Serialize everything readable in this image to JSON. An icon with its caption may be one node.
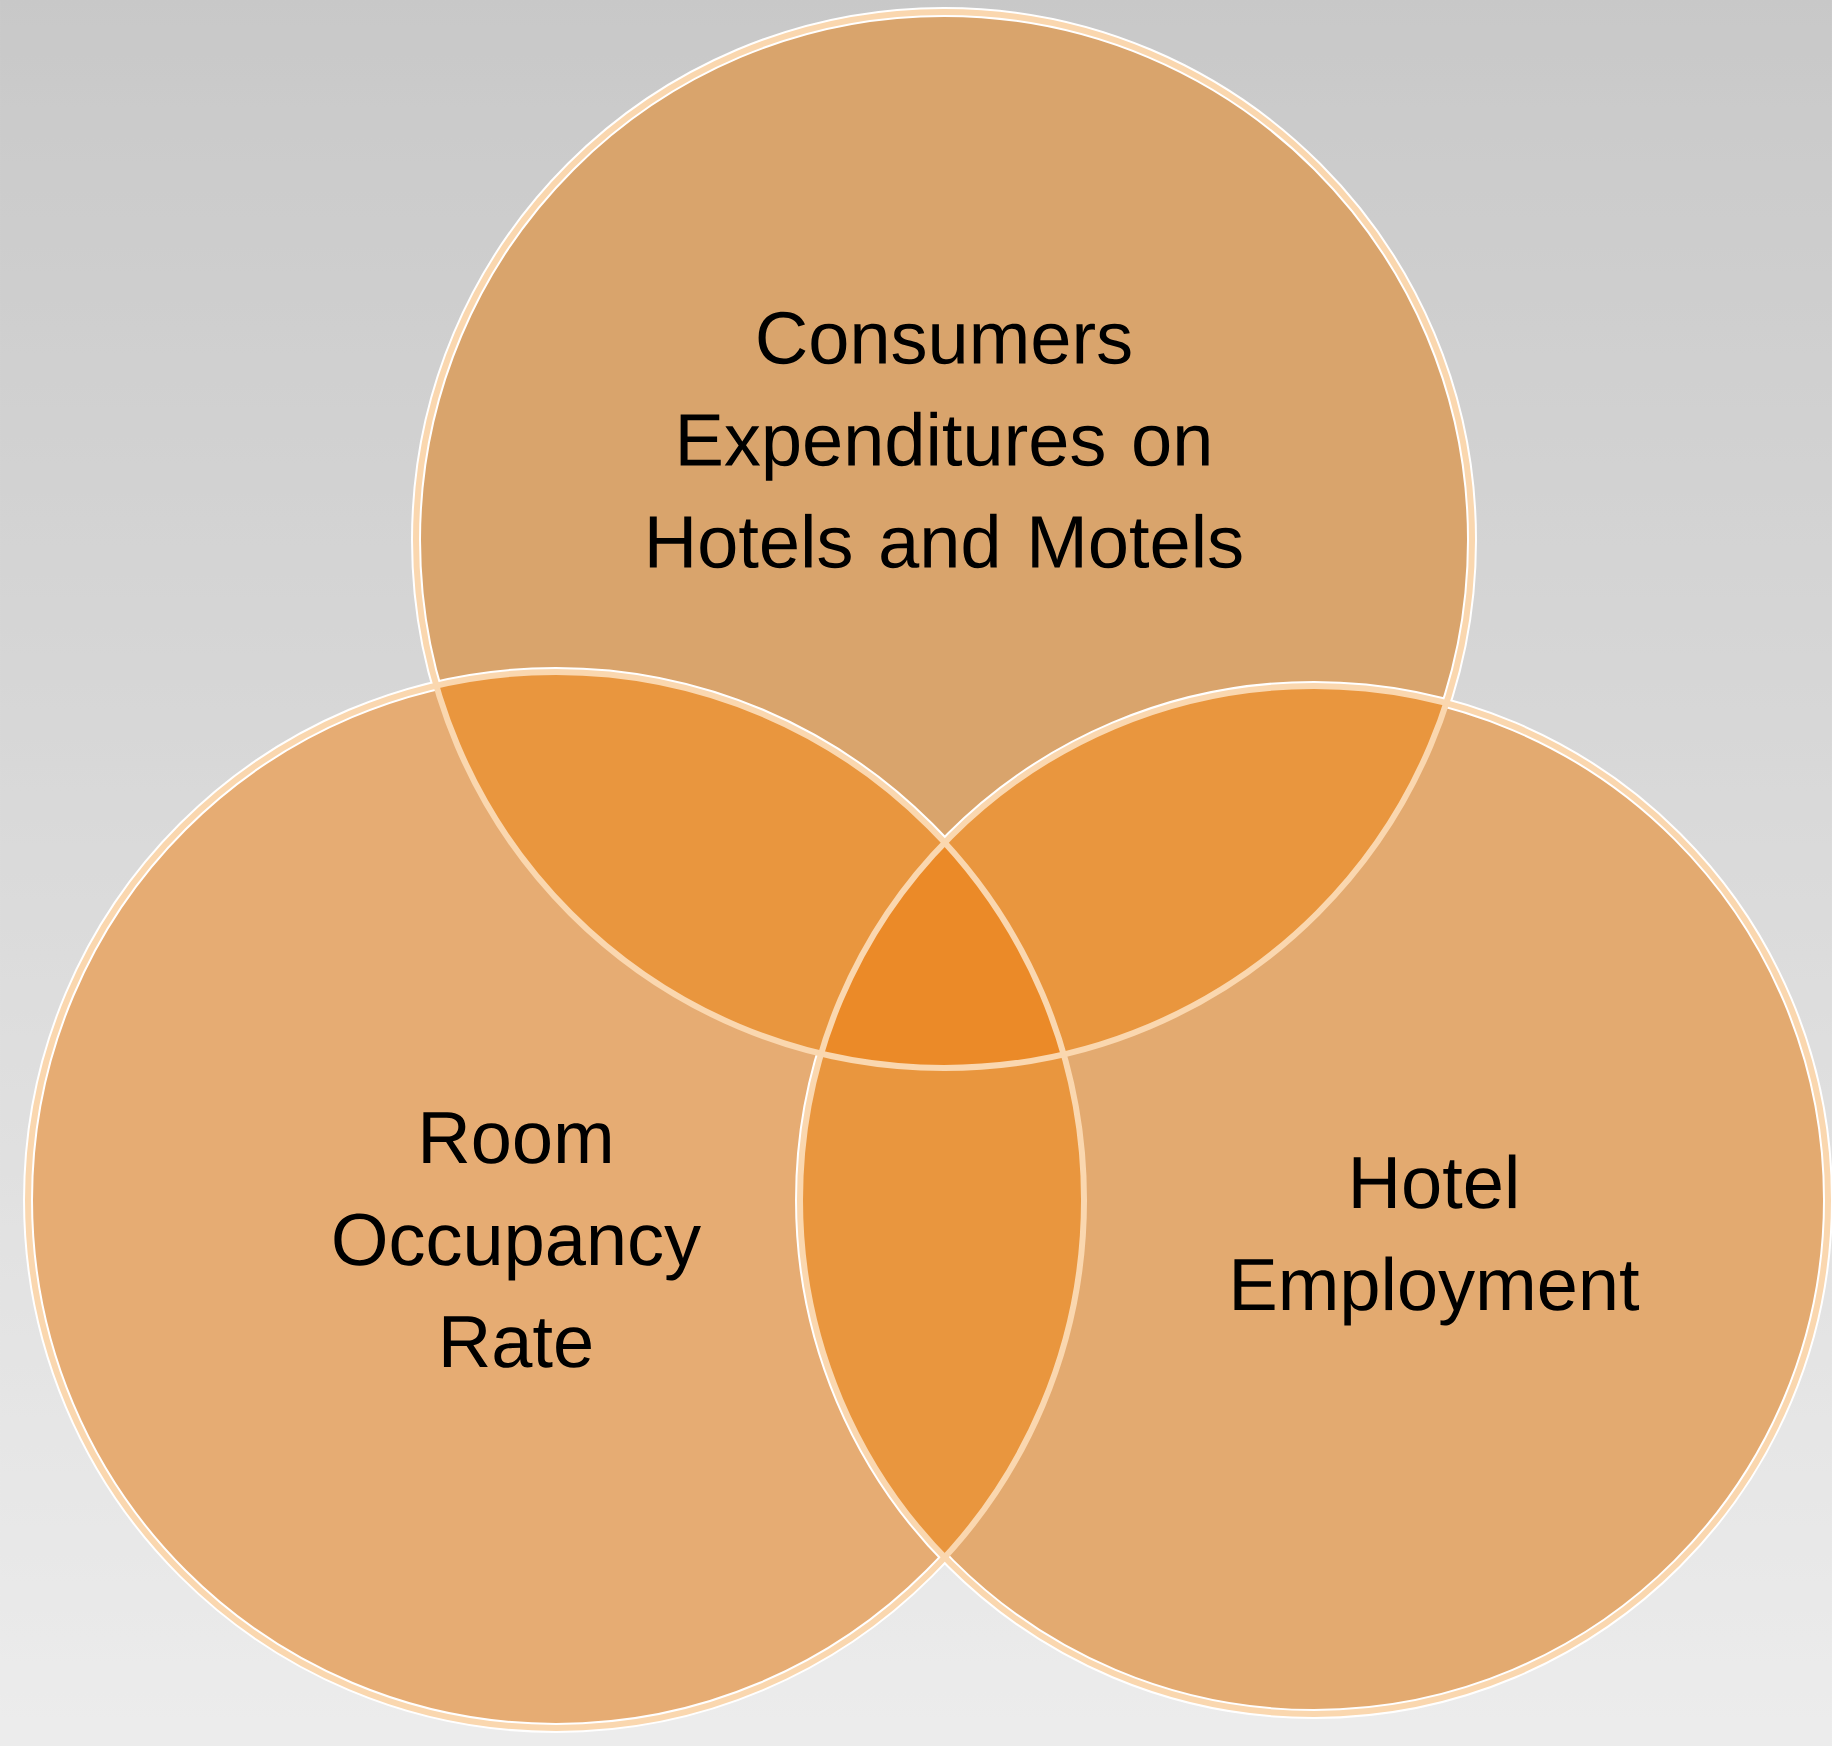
{
  "diagram": {
    "nodes": [
      {
        "text": [
          "Consumers Expenditures on Hotels and Motels"
        ]
      },
      {
        "text": [
          "Room Occupancy Rate"
        ]
      },
      {
        "text": [
          "Hotel Employment"
        ]
      }
    ]
  }
}
